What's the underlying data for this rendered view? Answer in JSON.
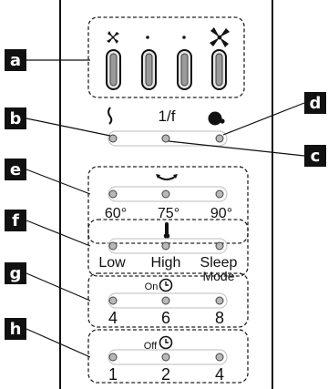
{
  "callouts": [
    "a",
    "b",
    "c",
    "d",
    "e",
    "f",
    "g",
    "h"
  ],
  "panel_b": {
    "center_label": "1/f"
  },
  "panel_e": {
    "labels": [
      "60°",
      "75°",
      "90°"
    ]
  },
  "panel_f": {
    "labels": [
      "Low",
      "High",
      "Sleep",
      "Mode"
    ]
  },
  "panel_g": {
    "title": "On",
    "labels": [
      "4",
      "6",
      "8"
    ]
  },
  "panel_h": {
    "title": "Off",
    "labels": [
      "1",
      "2",
      "4"
    ]
  },
  "icons": {
    "fan_small": "fan-small-icon",
    "fan_large": "fan-large-icon",
    "breeze": "breeze-icon",
    "sleep_moon": "moon-icon",
    "swing": "swing-icon",
    "thermometer": "thermometer-icon",
    "timer": "clock-icon"
  }
}
